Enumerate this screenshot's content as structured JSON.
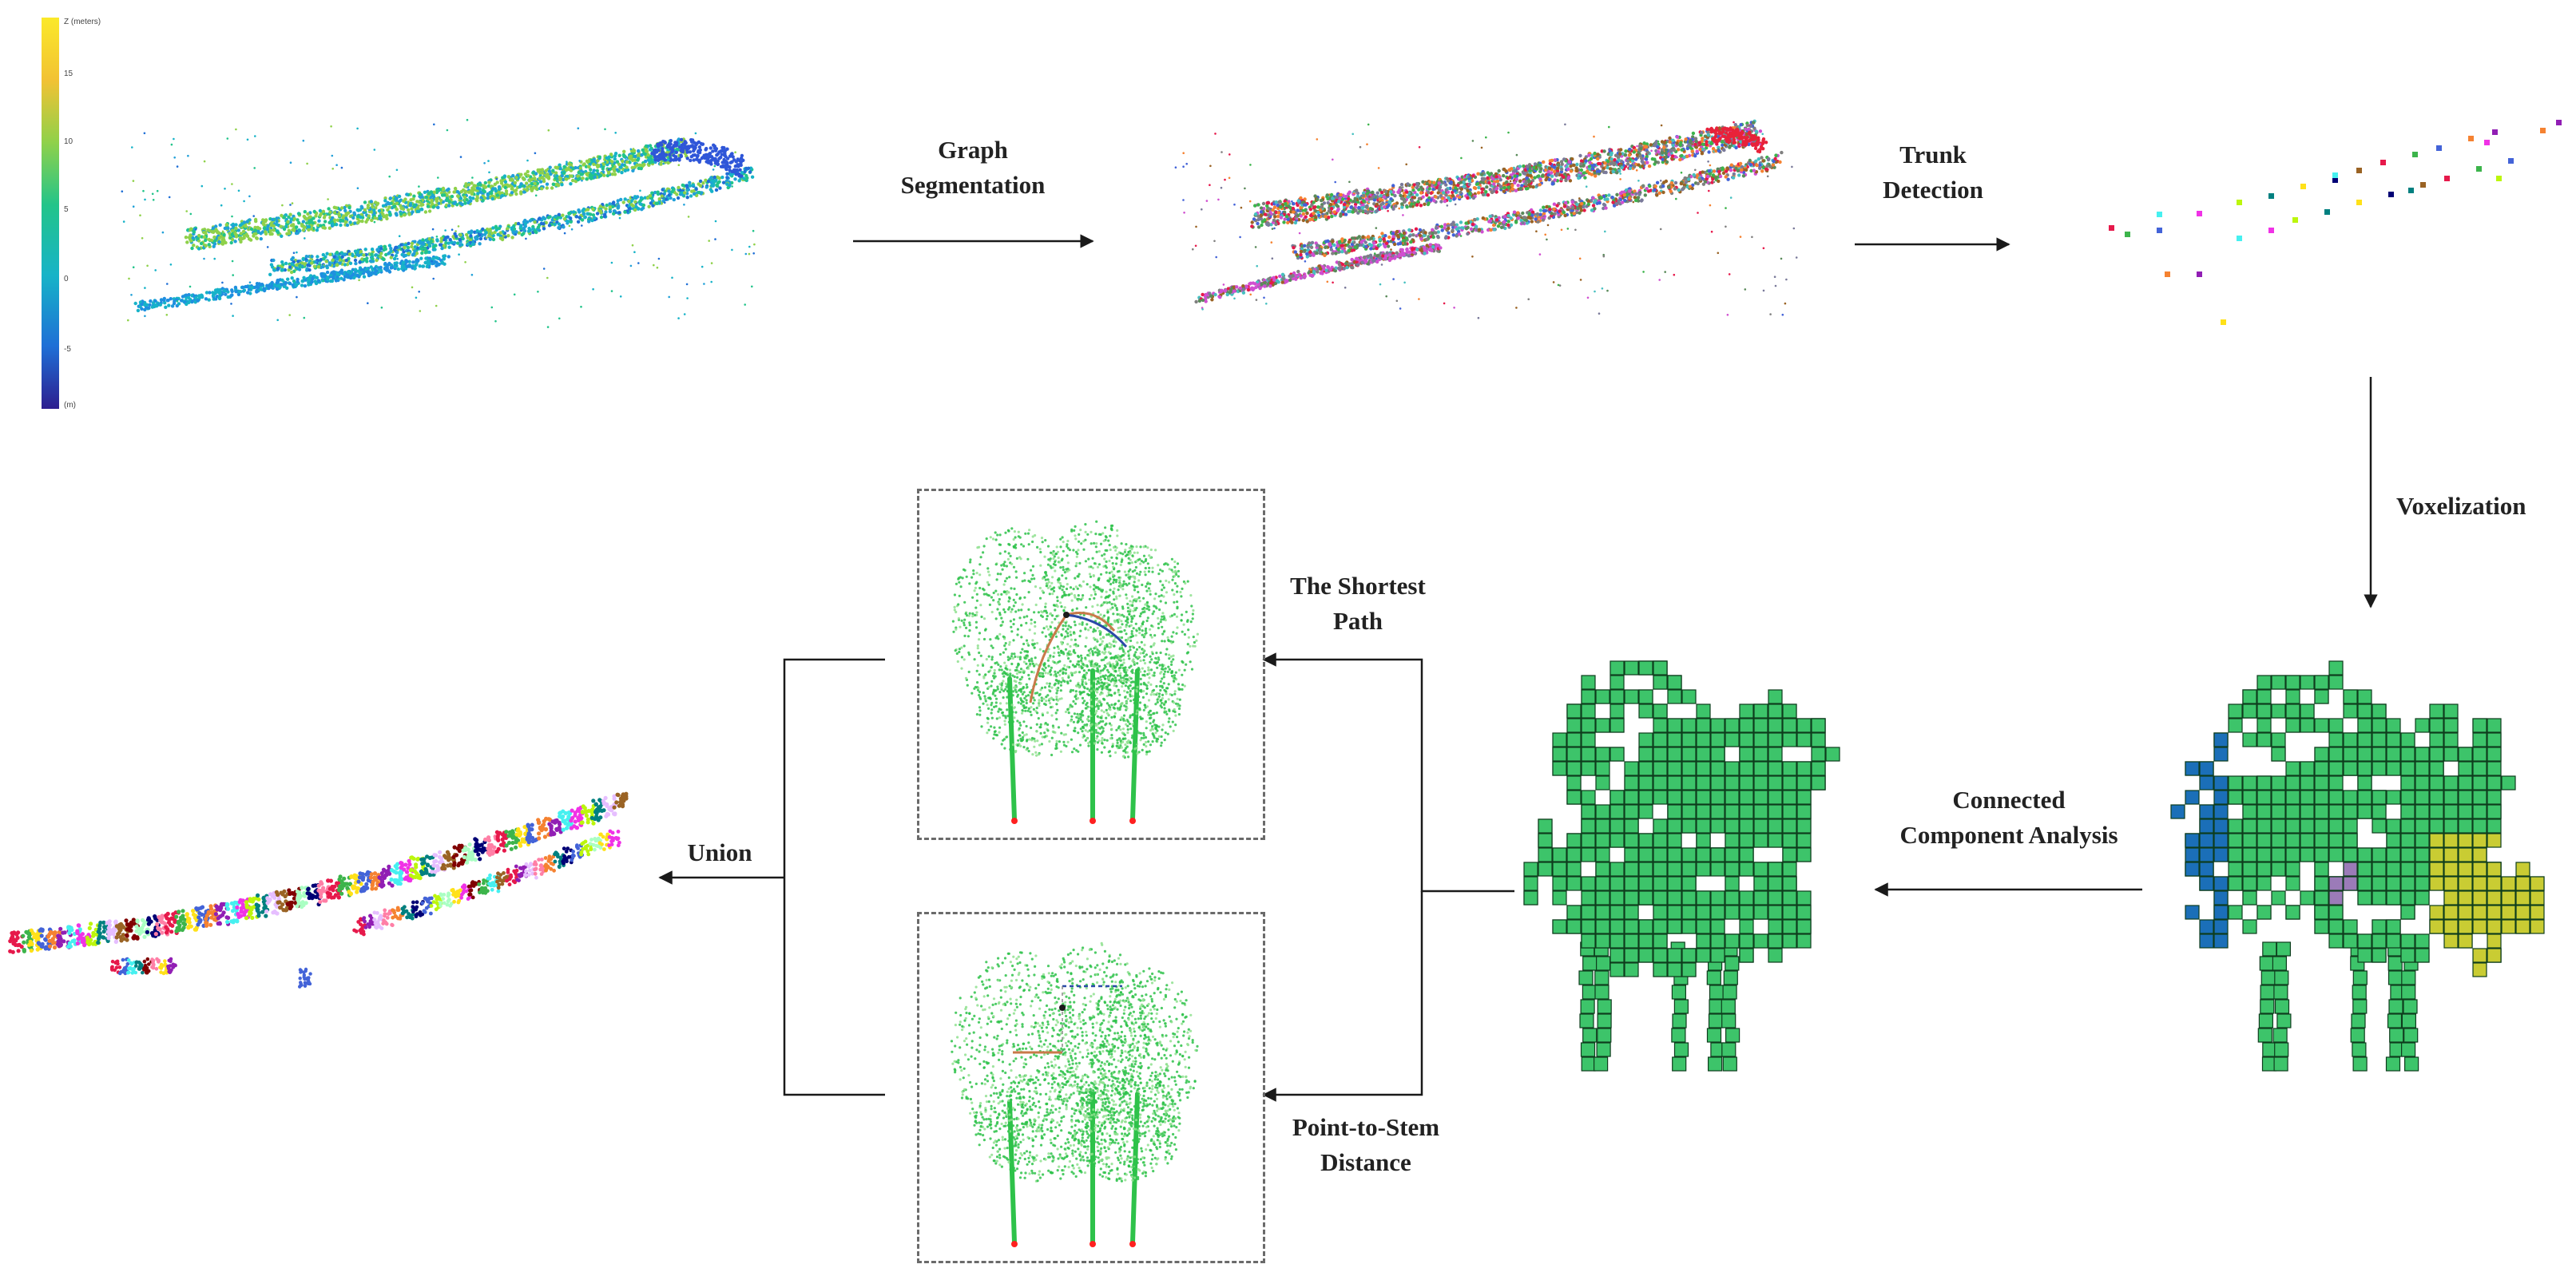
{
  "colorbar": {
    "title": "Z (meters)",
    "unit": "(m)",
    "ticks": [
      "15",
      "10",
      "5",
      "0",
      "-5"
    ],
    "colors": [
      "#2d1e8f",
      "#1f6fd6",
      "#17b3c8",
      "#22c48a",
      "#8fd14a",
      "#f2c233",
      "#fbe92a"
    ]
  },
  "steps": {
    "graph_segmentation": "Graph\nSegmentation",
    "trunk_detection": "Trunk\nDetection",
    "voxelization": "Voxelization",
    "connected_component_analysis": "Connected\nComponent Analysis",
    "shortest_path": "The Shortest\nPath",
    "point_to_stem_distance": "Point-to-Stem\nDistance",
    "union": "Union"
  },
  "colors": {
    "tree_green": "#2ec24a",
    "voxel_green": "#3dc46a",
    "voxel_edge": "#0e3d1d",
    "stem_marker": "#ff2020",
    "arrow": "#1a1a1a"
  }
}
